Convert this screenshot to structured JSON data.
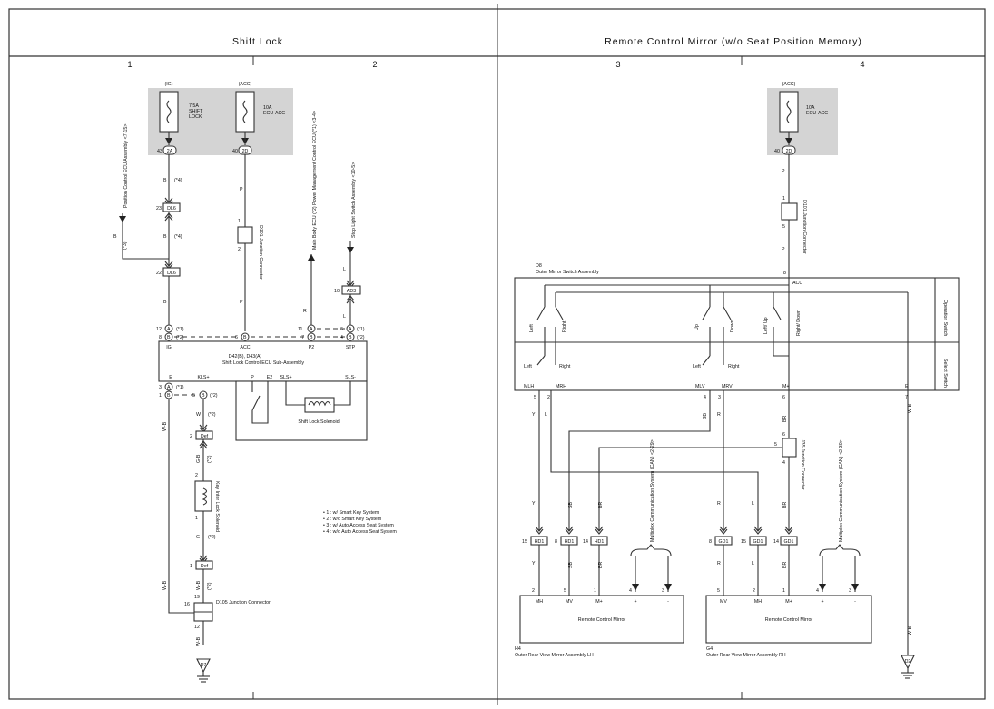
{
  "sections": {
    "shift_lock": "Shift Lock",
    "mirror": "Remote Control Mirror (w/o Seat Position Memory)"
  },
  "grid": [
    "1",
    "2",
    "3",
    "4"
  ],
  "fuses": {
    "ig": "(IG)",
    "acc": "(ACC)",
    "acc2": "(ACC)",
    "shift_lock_amp": "7.5A",
    "shift_lock_name1": "SHIFT",
    "shift_lock_name2": "LOCK",
    "ecu_acc_amp": "10A",
    "ecu_acc_name": "ECU-ACC",
    "ecu_acc2_amp": "10A",
    "ecu_acc2_name": "ECU-ACC",
    "pin1": "43",
    "conn1": "2A",
    "pin2": "40",
    "conn2": "2D",
    "pin3": "40",
    "conn3": "2D"
  },
  "shift_lock": {
    "ext_position_ecu": "Position Control ECU Assembly <7-15>",
    "ext_main_body": "Main Body ECU (*2) Power Management Control ECU (*1) <3-4>",
    "ext_stop_light": "Stop Light Switch Assembly <10-5>",
    "dl6": "DL6",
    "dl6_top_pin": "23",
    "dl6_bot_pin": "22",
    "ad3": "AD3",
    "ad3_pin": "10",
    "d101_pin_top": "1",
    "d101_pin_bot": "2",
    "d101_label": "D101 Junction Connector",
    "ecu_ref": "D42(B), D43(A)",
    "ecu_name": "Shift Lock Control ECU Sub-Assembly",
    "ecu_pins_top": [
      "IG",
      "ACC",
      "P2",
      "STP"
    ],
    "ecu_pins_bottom": [
      "E",
      "KLS+",
      "P",
      "E2",
      "SLS+",
      "SLS-"
    ],
    "solenoid": "Shift Lock Solenoid",
    "def": "Def",
    "def_top_pin": "2",
    "def_bot_pin": "1",
    "key_interlock": "Key Inter Lock Solenoid",
    "d105_label": "D105 Junction Connector",
    "d105_pins": [
      "16",
      "19",
      "12"
    ],
    "ground": "D7",
    "wire_colors": {
      "b": "B",
      "p": "P",
      "r": "R",
      "l": "L",
      "w": "W",
      "gb": "G-B",
      "g": "G",
      "wb": "W-B"
    },
    "tags": {
      "s1": "(*1)",
      "s2": "(*2)",
      "s3": "(*3)",
      "s4": "(*4)"
    },
    "pin_nums": {
      "a12": "12",
      "b8": "8",
      "b6": "6",
      "a11": "11",
      "b7": "7",
      "a6": "6",
      "b4": "4",
      "a3": "3",
      "b1": "1",
      "b5": "5",
      "c1": "1",
      "c2": "2",
      "c5": "5"
    },
    "notes": [
      "• 1 : w/ Smart Key System",
      "• 2 : w/o Smart Key System",
      "• 3 : w/ Auto Access Seat System",
      "• 4 : w/o Auto Access Seat System"
    ]
  },
  "mirror": {
    "d101_label": "D101 Junction Connector",
    "d101_pins": [
      "1",
      "5"
    ],
    "switch_ref": "D8",
    "switch_name": "Outer Mirror Switch Assembly",
    "switch_pin": "8",
    "acc_label": "ACC",
    "op_switch": "Operation Switch",
    "sel_switch": "Select Switch",
    "switch_labels": [
      "Left",
      "Right",
      "Up",
      "Down",
      "Left/ Up",
      "Right/ Down"
    ],
    "select_labels": [
      "Left",
      "Right",
      "Left",
      "Right"
    ],
    "terms": [
      "MLH",
      "MRH",
      "MLV",
      "MRV",
      "M+",
      "E"
    ],
    "term_pins": [
      "5",
      "2",
      "4",
      "3",
      "6",
      "7"
    ],
    "j35_label": "J35 Junction Connector",
    "j35_pins": [
      "6",
      "5",
      "4"
    ],
    "hd1": "HD1",
    "gd1": "GD1",
    "hd1_pins": [
      "15",
      "8",
      "14"
    ],
    "gd1_pins": [
      "8",
      "15",
      "14"
    ],
    "can_label": "Multiplex Communication System (CAN) <2-29>",
    "can_label2": "Multiplex Communication System (CAN) <2-30>",
    "mirror_name": "Remote Control Mirror",
    "lh_pins": [
      "MH",
      "MV",
      "M+",
      "+",
      "-"
    ],
    "lh_pin_nums": [
      "2",
      "5",
      "1",
      "4",
      "3"
    ],
    "rh_pins": [
      "MV",
      "MH",
      "M+",
      "+",
      "-"
    ],
    "rh_pin_nums": [
      "5",
      "2",
      "1",
      "4",
      "3"
    ],
    "lh_ref": "H4",
    "lh_name": "Outer Rear View Mirror Assembly LH",
    "rh_ref": "G4",
    "rh_name": "Outer Rear View Mirror Assembly RH",
    "ground": "D2",
    "wire_colors": {
      "p": "P",
      "y": "Y",
      "l": "L",
      "sb": "SB",
      "r": "R",
      "br": "BR",
      "wb": "W-B"
    }
  }
}
